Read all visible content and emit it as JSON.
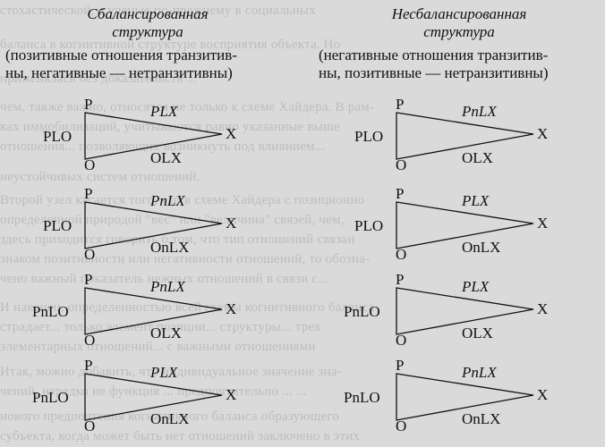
{
  "bleed_through": [
    "стохастической, а ученые по-прежнему в социальных",
    "баланса в когнитивной структуре восприятия объекта. Но",
    "применялась без доказательств ...",
    "чем, также важно, относятся не только к схеме Хайдера. В рам-",
    "ках иммобилизаций, учитываются равно указанные выше",
    "отношения... позволяющих возникнуть под влиянием...",
    "неустойчивых систем отношений.",
    "Второй узел касается того, что в схеме Хайдера с позиционно",
    "определенной природой \"вес\" или \"величина\" связей, чем,",
    "здесь приходится говорить о том, что тип отношений связан",
    "знаком позитивности или негативности отношений, то обозна-",
    "чено важный показатель нежных отношений в связи с...",
    "И наконец, определенностью всей схемы когнитивного баланса",
    "страдает... только элемент позиции... структуры... трех",
    "элементарных отношений... с важными отношениями",
    "Итак, можно добавить, что индивидуальное значение зна-",
    "чений, нередко не функция ... предпочтительно ... ...",
    "нового предпочтения когнитивного баланса образующего",
    "субъекта, когда может быть нет отношений заключено в этих"
  ],
  "left_column": {
    "title_line1": "Сбалансированная",
    "title_line2": "структура",
    "note_line1": "(позитивные отношения транзитив-",
    "note_line2": "ны, негативные — нетранзитивны)"
  },
  "right_column": {
    "title_line1": "Несбалансированная",
    "title_line2": "структура",
    "note_line1": "(негативные отношения транзитив-",
    "note_line2": "ны, позитивные — нетранзитивны)"
  },
  "left_diagrams": [
    {
      "side_label": "PLO",
      "top_label": "PLX",
      "bottom_label": "OLX",
      "p": "P",
      "o": "O",
      "x": "X"
    },
    {
      "side_label": "PLO",
      "top_label": "PnLX",
      "bottom_label": "OnLX",
      "p": "P",
      "o": "O",
      "x": "X"
    },
    {
      "side_label": "PnLO",
      "top_label": "PnLX",
      "bottom_label": "OLX",
      "p": "P",
      "o": "O",
      "x": "X"
    },
    {
      "side_label": "PnLO",
      "top_label": "PLX",
      "bottom_label": "OnLX",
      "p": "P",
      "o": "O",
      "x": "X"
    }
  ],
  "right_diagrams": [
    {
      "side_label": "PLO",
      "top_label": "PnLX",
      "bottom_label": "OLX",
      "p": "P",
      "o": "O",
      "x": "X"
    },
    {
      "side_label": "PLO",
      "top_label": "PLX",
      "bottom_label": "OnLX",
      "p": "P",
      "o": "O",
      "x": "X"
    },
    {
      "side_label": "PnLO",
      "top_label": "PLX",
      "bottom_label": "OLX",
      "p": "P",
      "o": "O",
      "x": "X"
    },
    {
      "side_label": "PnLO",
      "top_label": "PnLX",
      "bottom_label": "OnLX",
      "p": "P",
      "o": "O",
      "x": "X"
    }
  ]
}
